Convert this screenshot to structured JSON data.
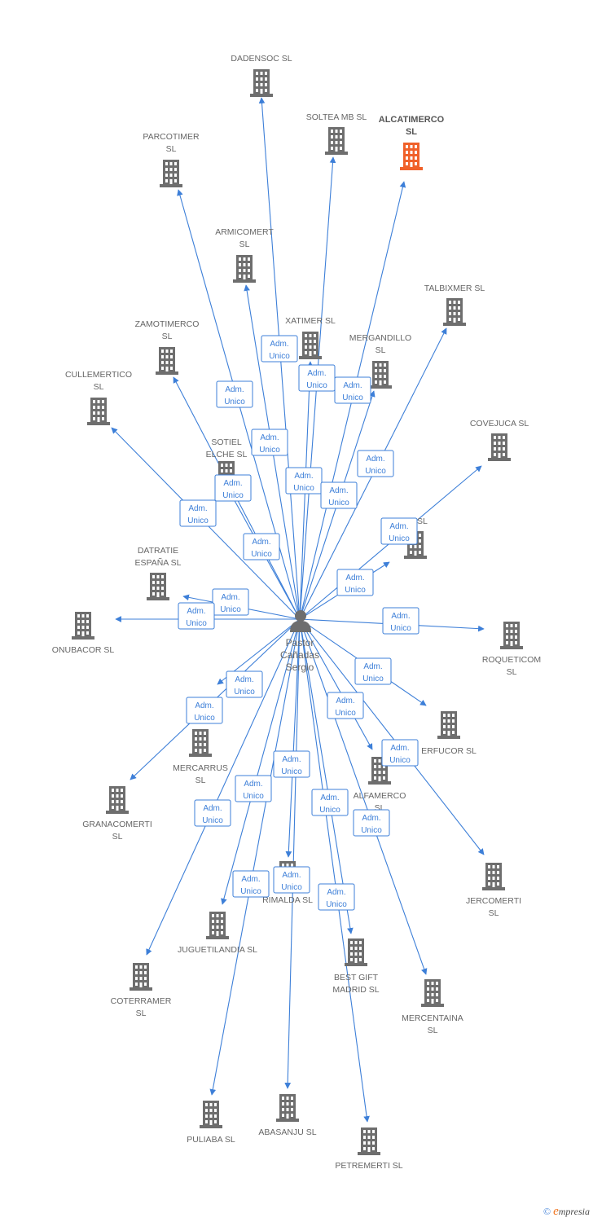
{
  "colors": {
    "edge": "#3d7fd8",
    "company": "#6e6e6e",
    "highlight": "#f0612a",
    "label": "#666666"
  },
  "center_person": {
    "name_lines": [
      "Pastor",
      "Cañadas",
      "Sergio"
    ],
    "icon": "person-icon"
  },
  "badge_lines": [
    "Adm.",
    "Unico"
  ],
  "companies": [
    {
      "id": "dadensoc",
      "lines": [
        "DADENSOC  SL"
      ],
      "highlight": false
    },
    {
      "id": "soltea",
      "lines": [
        "SOLTEA MB  SL"
      ],
      "highlight": false
    },
    {
      "id": "alcatimerco",
      "lines": [
        "ALCATIMERCO",
        "SL"
      ],
      "highlight": true
    },
    {
      "id": "parcotimer",
      "lines": [
        "PARCOTIMER",
        "SL"
      ],
      "highlight": false
    },
    {
      "id": "armicomert",
      "lines": [
        "ARMICOMERT",
        "SL"
      ],
      "highlight": false
    },
    {
      "id": "talbixmer",
      "lines": [
        "TALBIXMER  SL"
      ],
      "highlight": false
    },
    {
      "id": "xatimer",
      "lines": [
        "XATIMER  SL"
      ],
      "highlight": false
    },
    {
      "id": "mergandillo",
      "lines": [
        "MERGANDILLO",
        "SL"
      ],
      "highlight": false
    },
    {
      "id": "zamotimerco",
      "lines": [
        "ZAMOTIMERCO",
        "SL"
      ],
      "highlight": false
    },
    {
      "id": "cullemertico",
      "lines": [
        "CULLEMERTICO",
        "SL"
      ],
      "highlight": false
    },
    {
      "id": "covejuca",
      "lines": [
        "COVEJUCA SL"
      ],
      "highlight": false
    },
    {
      "id": "sotiel",
      "lines": [
        "SOTIEL",
        "ELCHE  SL"
      ],
      "highlight": false
    },
    {
      "id": "eb",
      "lines": [
        "EB  SL"
      ],
      "highlight": false
    },
    {
      "id": "datratie",
      "lines": [
        "DATRATIE",
        "ESPAÑA  SL"
      ],
      "highlight": false
    },
    {
      "id": "onubacor",
      "lines": [
        "ONUBACOR  SL"
      ],
      "highlight": false
    },
    {
      "id": "roqueticom",
      "lines": [
        "ROQUETICOM",
        "SL"
      ],
      "highlight": false
    },
    {
      "id": "erfucor",
      "lines": [
        "ERFUCOR  SL"
      ],
      "highlight": false
    },
    {
      "id": "mercarrus",
      "lines": [
        "MERCARRUS",
        "SL"
      ],
      "highlight": false
    },
    {
      "id": "alfamerco",
      "lines": [
        "ALFAMERCO",
        "SL"
      ],
      "highlight": false
    },
    {
      "id": "granacomerti",
      "lines": [
        "GRANACOMERTI",
        "SL"
      ],
      "highlight": false
    },
    {
      "id": "jercomerti",
      "lines": [
        "JERCOMERTI",
        "SL"
      ],
      "highlight": false
    },
    {
      "id": "rimalda",
      "lines": [
        "RIMALDA  SL"
      ],
      "highlight": false
    },
    {
      "id": "juguetilandia",
      "lines": [
        "JUGUETILANDIA SL"
      ],
      "highlight": false
    },
    {
      "id": "bestgift",
      "lines": [
        "BEST GIFT",
        "MADRID  SL"
      ],
      "highlight": false
    },
    {
      "id": "coterramer",
      "lines": [
        "COTERRAMER",
        "SL"
      ],
      "highlight": false
    },
    {
      "id": "mercentaina",
      "lines": [
        "MERCENTAINA",
        "SL"
      ],
      "highlight": false
    },
    {
      "id": "puliaba",
      "lines": [
        "PULIABA  SL"
      ],
      "highlight": false
    },
    {
      "id": "abasanju",
      "lines": [
        "ABASANJU  SL"
      ],
      "highlight": false
    },
    {
      "id": "petremerti",
      "lines": [
        "PETREMERTI  SL"
      ],
      "highlight": false
    }
  ],
  "footer": {
    "copyright": "©",
    "brand_initial": "e",
    "brand_rest": "mpresia"
  }
}
